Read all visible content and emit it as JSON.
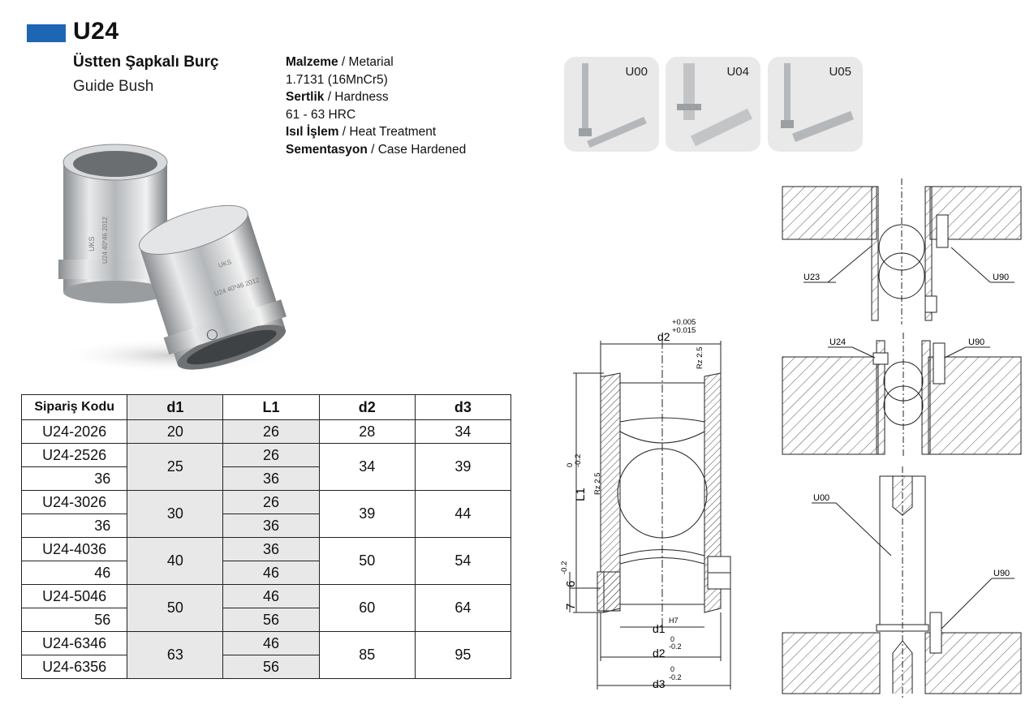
{
  "header": {
    "code": "U24",
    "name_tr": "Üstten Şapkalı Burç",
    "name_en": "Guide Bush",
    "brand_color": "#1d66b3"
  },
  "specs": {
    "material_label_tr": "Malzeme",
    "material_label_en": " / Metarial",
    "material_value": "1.7131 (16MnCr5)",
    "hardness_label_tr": "Sertlik",
    "hardness_label_en": " / Hardness",
    "hardness_value": "61 - 63 HRC",
    "treatment_label_tr": "Isıl İşlem",
    "treatment_label_en": " / Heat Treatment",
    "treatment_value_tr": "Sementasyon",
    "treatment_value_en": " / Case Hardened"
  },
  "photo": {
    "engraving_brand": "UKS",
    "engraving_text": "U24 40*46 2012"
  },
  "thumbnails": [
    {
      "label": "U00"
    },
    {
      "label": "U04"
    },
    {
      "label": "U05"
    }
  ],
  "table": {
    "headers": [
      "Sipariş Kodu",
      "d1",
      "L1",
      "d2",
      "d3"
    ],
    "rows": [
      {
        "code": "U24-2026",
        "d1": "20",
        "l1": "26",
        "d2": "28",
        "d3": "34"
      },
      {
        "code": "U24-2526",
        "d1": "25",
        "l1": "26",
        "d2": "34",
        "d3": "39"
      },
      {
        "code": "36",
        "l1": "36"
      },
      {
        "code": "U24-3026",
        "d1": "30",
        "l1": "26",
        "d2": "39",
        "d3": "44"
      },
      {
        "code": "36",
        "l1": "36"
      },
      {
        "code": "U24-4036",
        "d1": "40",
        "l1": "36",
        "d2": "50",
        "d3": "54"
      },
      {
        "code": "46",
        "l1": "46"
      },
      {
        "code": "U24-5046",
        "d1": "50",
        "l1": "46",
        "d2": "60",
        "d3": "64"
      },
      {
        "code": "56",
        "l1": "56"
      },
      {
        "code": "U24-6346",
        "d1": "63",
        "l1": "46",
        "d2": "85",
        "d3": "95"
      },
      {
        "code": "U24-6356",
        "l1": "56"
      }
    ]
  },
  "drawing": {
    "d2_top": "d2",
    "d2_top_tol_hi": "+0.005",
    "d2_top_tol_lo": "+0.015",
    "rz_top": "Rz 2.5",
    "l1": "L1",
    "l1_tol_hi": "0",
    "l1_tol_lo": "-0.2",
    "rz_side": "Rz 2.5",
    "six": "6",
    "six_tol": "-0.2",
    "seven": "7",
    "d1": "d1",
    "d1_tol": "H7",
    "d2_bot": "d2",
    "d2_bot_tol_hi": "0",
    "d2_bot_tol_lo": "-0.2",
    "d3": "d3",
    "d3_tol_hi": "0",
    "d3_tol_lo": "-0.2"
  },
  "assembly": {
    "u23": "U23",
    "u90_a": "U90",
    "u24": "U24",
    "u90_b": "U90",
    "u00": "U00",
    "u90_c": "U90"
  }
}
